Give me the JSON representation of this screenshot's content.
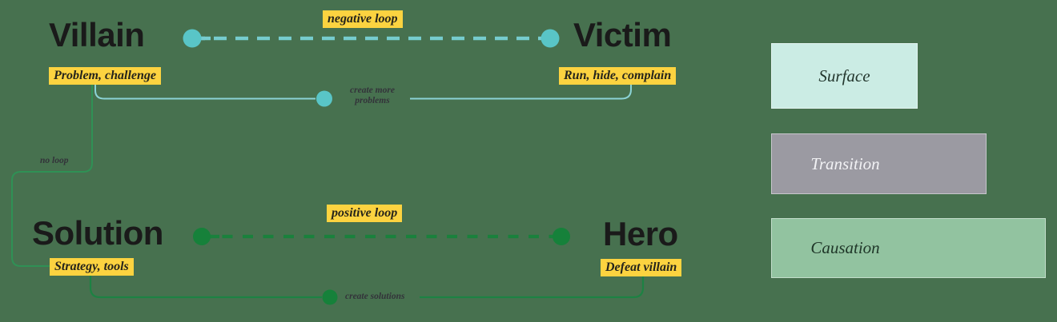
{
  "diagram": {
    "villain": {
      "title": "Villain",
      "tag": "Problem, challenge"
    },
    "victim": {
      "title": "Victim",
      "tag": "Run, hide, complain"
    },
    "solution": {
      "title": "Solution",
      "tag": "Strategy, tools"
    },
    "hero": {
      "title": "Hero",
      "tag": "Defeat villain"
    },
    "negative_loop": {
      "label": "negative loop",
      "annotation": "create more problems"
    },
    "positive_loop": {
      "label": "positive loop",
      "annotation": "create solutions"
    },
    "no_loop": {
      "annotation": "no loop"
    }
  },
  "legend": {
    "items": [
      {
        "label": "Surface",
        "color": "#cbece4"
      },
      {
        "label": "Transition",
        "color": "#9b9aa2"
      },
      {
        "label": "Causation",
        "color": "#92c3a0"
      }
    ]
  },
  "colors": {
    "background": "#47714f",
    "highlight_yellow": "#fcd340",
    "teal": "#59c5c7",
    "green": "#16813a",
    "title_text": "#1a1a1a"
  }
}
